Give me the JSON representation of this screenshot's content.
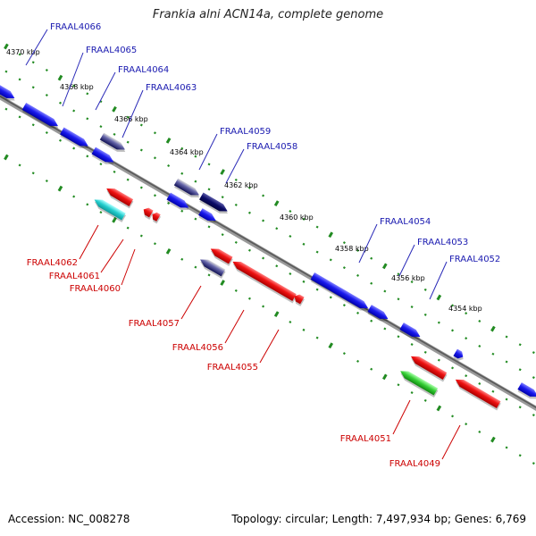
{
  "title": "Frankia alni ACN14a, complete genome",
  "accession": "Accession: NC_008278",
  "summary": "Topology: circular; Length: 7,497,934 bp; Genes: 6,769",
  "colors": {
    "forward": "#1a1aee",
    "forward_dark": "#0a0a66",
    "reverse": "#ee1111",
    "rna_teal": "#22cccc",
    "green_gene": "#33cc33",
    "tick": "#228b22",
    "forward_label": "#1a1ab0",
    "reverse_label": "#cc0000"
  },
  "kbp_labels": [
    "4370 kbp",
    "4368 kbp",
    "4366 kbp",
    "4364 kbp",
    "4362 kbp",
    "4360 kbp",
    "4358 kbp",
    "4356 kbp",
    "4354 kbp"
  ],
  "forward_genes": [
    "FRAAL4066",
    "FRAAL4065",
    "FRAAL4064",
    "FRAAL4063",
    "FRAAL4059",
    "FRAAL4058",
    "FRAAL4054",
    "FRAAL4053",
    "FRAAL4052"
  ],
  "reverse_genes": [
    "FRAAL4062",
    "FRAAL4061",
    "FRAAL4060",
    "FRAAL4057",
    "FRAAL4056",
    "FRAAL4055",
    "FRAAL4051",
    "FRAAL4049"
  ]
}
